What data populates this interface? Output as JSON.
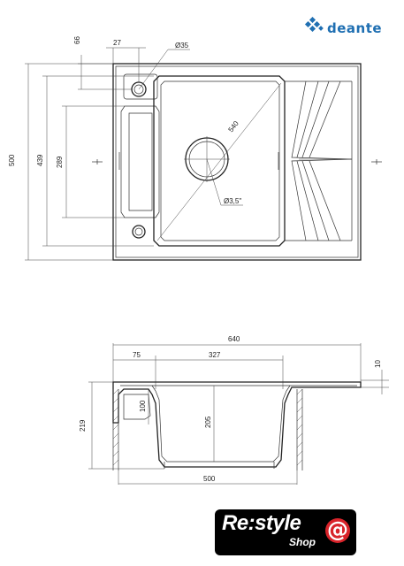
{
  "brand": {
    "name": "deante",
    "color": "#1f6fb2",
    "logo_icon": "deante-flower-icon"
  },
  "top_view": {
    "dims": {
      "offset_66": "66",
      "offset_27": "27",
      "hole_diameter": "Ø35",
      "diagonal": "540",
      "drain": "Ø3,5\"",
      "height_500": "500",
      "height_439": "439",
      "height_289": "289"
    }
  },
  "side_view": {
    "dims": {
      "width_640": "640",
      "offset_75": "75",
      "bowl_327": "327",
      "lip_10": "10",
      "height_219": "219",
      "depth_100": "100",
      "depth_205": "205",
      "base_500": "500"
    }
  },
  "shop_badge": {
    "name": "Re:style",
    "sub": "Shop",
    "at": "@",
    "accent": "#d8232a"
  }
}
